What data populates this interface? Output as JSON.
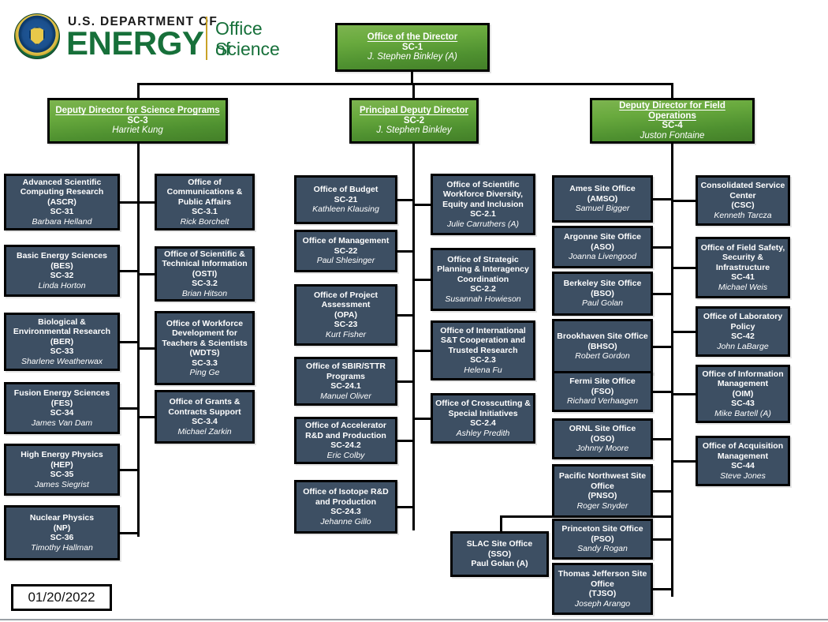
{
  "logo": {
    "seal_icon": "doe-seal-icon",
    "department_line": "U.S. DEPARTMENT OF",
    "energy_word": "ENERGY",
    "office_line1": "Office of",
    "office_line2": "Science"
  },
  "date_stamp": "01/20/2022",
  "colors": {
    "green_box": "#5c9e36",
    "navy_box": "#3d4f63",
    "border": "#000000",
    "doe_green": "#17703a",
    "doe_gold": "#c9a227"
  },
  "top": {
    "director": {
      "title": "Office of the Director",
      "code": "SC-1",
      "name": "J. Stephen Binkley (A)"
    }
  },
  "deputies": [
    {
      "key": "sc3",
      "title": "Deputy Director for Science Programs",
      "code": "SC-3",
      "name": "Harriet Kung"
    },
    {
      "key": "sc2",
      "title": "Principal Deputy Director",
      "code": "SC-2",
      "name": "J. Stephen Binkley"
    },
    {
      "key": "sc4",
      "title": "Deputy Director for Field Operations",
      "code": "SC-4",
      "name": "Juston Fontaine"
    }
  ],
  "col_science_programs": [
    {
      "title": "Advanced Scientific Computing Research",
      "abbr": "(ASCR)",
      "code": "SC-31",
      "name": "Barbara Helland"
    },
    {
      "title": "Basic Energy Sciences",
      "abbr": "(BES)",
      "code": "SC-32",
      "name": "Linda Horton"
    },
    {
      "title": "Biological & Environmental Research",
      "abbr": "(BER)",
      "code": "SC-33",
      "name": "Sharlene Weatherwax"
    },
    {
      "title": "Fusion Energy Sciences",
      "abbr": "(FES)",
      "code": "SC-34",
      "name": "James Van Dam"
    },
    {
      "title": "High Energy Physics",
      "abbr": "(HEP)",
      "code": "SC-35",
      "name": "James Siegrist"
    },
    {
      "title": "Nuclear Physics",
      "abbr": "(NP)",
      "code": "SC-36",
      "name": "Timothy Hallman"
    }
  ],
  "col_science_support": [
    {
      "title": "Office of Communications & Public Affairs",
      "abbr": "",
      "code": "SC-3.1",
      "name": "Rick Borchelt"
    },
    {
      "title": "Office of Scientific & Technical Information",
      "abbr": "(OSTI)",
      "code": "SC-3.2",
      "name": "Brian Hitson"
    },
    {
      "title": "Office of Workforce Development for Teachers & Scientists",
      "abbr": "(WDTS)",
      "code": "SC-3.3",
      "name": "Ping Ge"
    },
    {
      "title": "Office of Grants & Contracts Support",
      "abbr": "",
      "code": "SC-3.4",
      "name": "Michael Zarkin"
    }
  ],
  "col_pdd_left": [
    {
      "title": "Office of Budget",
      "abbr": "",
      "code": "SC-21",
      "name": "Kathleen Klausing"
    },
    {
      "title": "Office of Management",
      "abbr": "",
      "code": "SC-22",
      "name": "Paul Shlesinger"
    },
    {
      "title": "Office of Project Assessment",
      "abbr": "(OPA)",
      "code": "SC-23",
      "name": "Kurt Fisher"
    },
    {
      "title": "Office of SBIR/STTR Programs",
      "abbr": "",
      "code": "SC-24.1",
      "name": "Manuel Oliver"
    },
    {
      "title": "Office of Accelerator R&D and Production",
      "abbr": "",
      "code": "SC-24.2",
      "name": "Eric Colby"
    },
    {
      "title": "Office of Isotope R&D and Production",
      "abbr": "",
      "code": "SC-24.3",
      "name": "Jehanne Gillo"
    }
  ],
  "col_pdd_right": [
    {
      "title": "Office of Scientific Workforce Diversity, Equity and Inclusion",
      "abbr": "",
      "code": "SC-2.1",
      "name": "Julie Carruthers (A)"
    },
    {
      "title": "Office of Strategic Planning & Interagency Coordination",
      "abbr": "",
      "code": "SC-2.2",
      "name": "Susannah Howieson"
    },
    {
      "title": "Office of International S&T Cooperation and Trusted Research",
      "abbr": "",
      "code": "SC-2.3",
      "name": "Helena Fu"
    },
    {
      "title": "Office of Crosscutting & Special Initiatives",
      "abbr": "",
      "code": "SC-2.4",
      "name": "Ashley Predith"
    }
  ],
  "col_site_offices": [
    {
      "title": "Ames Site Office",
      "abbr": "(AMSO)",
      "code": "",
      "name": "Samuel Bigger"
    },
    {
      "title": "Argonne Site Office",
      "abbr": "(ASO)",
      "code": "",
      "name": "Joanna Livengood"
    },
    {
      "title": "Berkeley Site Office",
      "abbr": "(BSO)",
      "code": "",
      "name": "Paul Golan"
    },
    {
      "title": "Brookhaven Site Office",
      "abbr": "(BHSO)",
      "code": "",
      "name": "Robert Gordon"
    },
    {
      "title": "Fermi Site Office",
      "abbr": "(FSO)",
      "code": "",
      "name": "Richard Verhaagen"
    },
    {
      "title": "ORNL Site Office",
      "abbr": "(OSO)",
      "code": "",
      "name": "Johnny Moore"
    },
    {
      "title": "Pacific Northwest Site Office",
      "abbr": "(PNSO)",
      "code": "",
      "name": "Roger Snyder"
    },
    {
      "title": "Princeton Site Office",
      "abbr": "(PSO)",
      "code": "",
      "name": "Sandy Rogan"
    },
    {
      "title": "Thomas Jefferson Site Office",
      "abbr": "(TJSO)",
      "code": "",
      "name": "Joseph Arango"
    }
  ],
  "slac": {
    "title": "SLAC Site Office",
    "abbr": "(SSO)",
    "code": "",
    "name": "Paul Golan (A)"
  },
  "col_field_offices": [
    {
      "title": "Consolidated Service Center",
      "abbr": "(CSC)",
      "code": "",
      "name": "Kenneth Tarcza"
    },
    {
      "title": "Office of Field Safety, Security & Infrastructure",
      "abbr": "",
      "code": "SC-41",
      "name": "Michael Weis"
    },
    {
      "title": "Office of Laboratory Policy",
      "abbr": "",
      "code": "SC-42",
      "name": "John LaBarge"
    },
    {
      "title": "Office of Information Management",
      "abbr": "(OIM)",
      "code": "SC-43",
      "name": "Mike Bartell (A)"
    },
    {
      "title": "Office of Acquisition Management",
      "abbr": "",
      "code": "SC-44",
      "name": "Steve Jones"
    }
  ]
}
